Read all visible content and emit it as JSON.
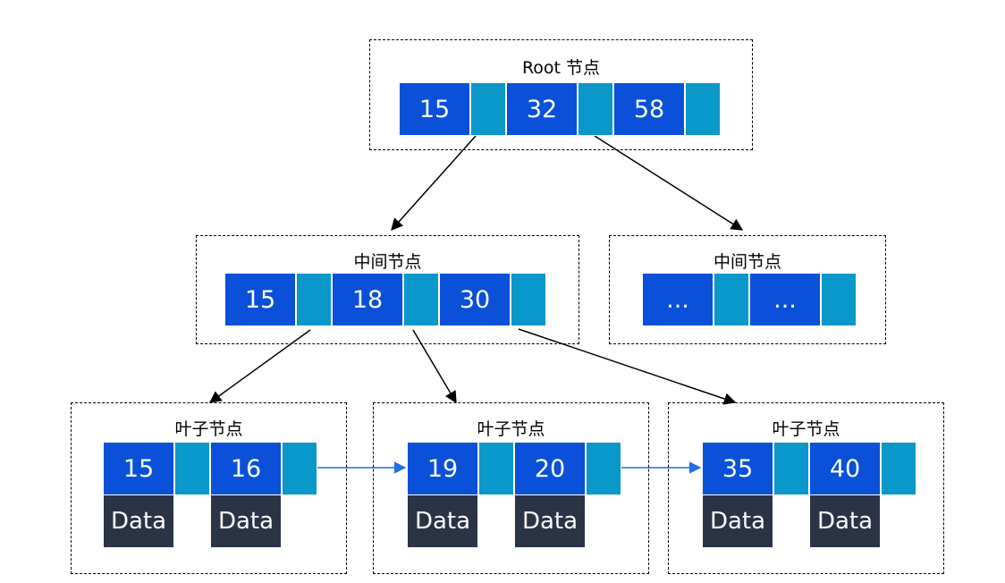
{
  "colors": {
    "key_fill": "#0a50d8",
    "pointer_fill": "#0a97c9",
    "data_fill": "#2b3347",
    "leaf_link": "#1f6fe5",
    "tree_edge": "#000000"
  },
  "root": {
    "title": "Root 节点",
    "keys": [
      "15",
      "32",
      "58"
    ]
  },
  "internal_left": {
    "title": "中间节点",
    "keys": [
      "15",
      "18",
      "30"
    ]
  },
  "internal_right": {
    "title": "中间节点",
    "keys": [
      "...",
      "..."
    ]
  },
  "leaves": [
    {
      "title": "叶子节点",
      "keys": [
        "15",
        "16"
      ],
      "data": [
        "Data",
        "Data"
      ]
    },
    {
      "title": "叶子节点",
      "keys": [
        "19",
        "20"
      ],
      "data": [
        "Data",
        "Data"
      ]
    },
    {
      "title": "叶子节点",
      "keys": [
        "35",
        "40"
      ],
      "data": [
        "Data",
        "Data"
      ]
    }
  ]
}
